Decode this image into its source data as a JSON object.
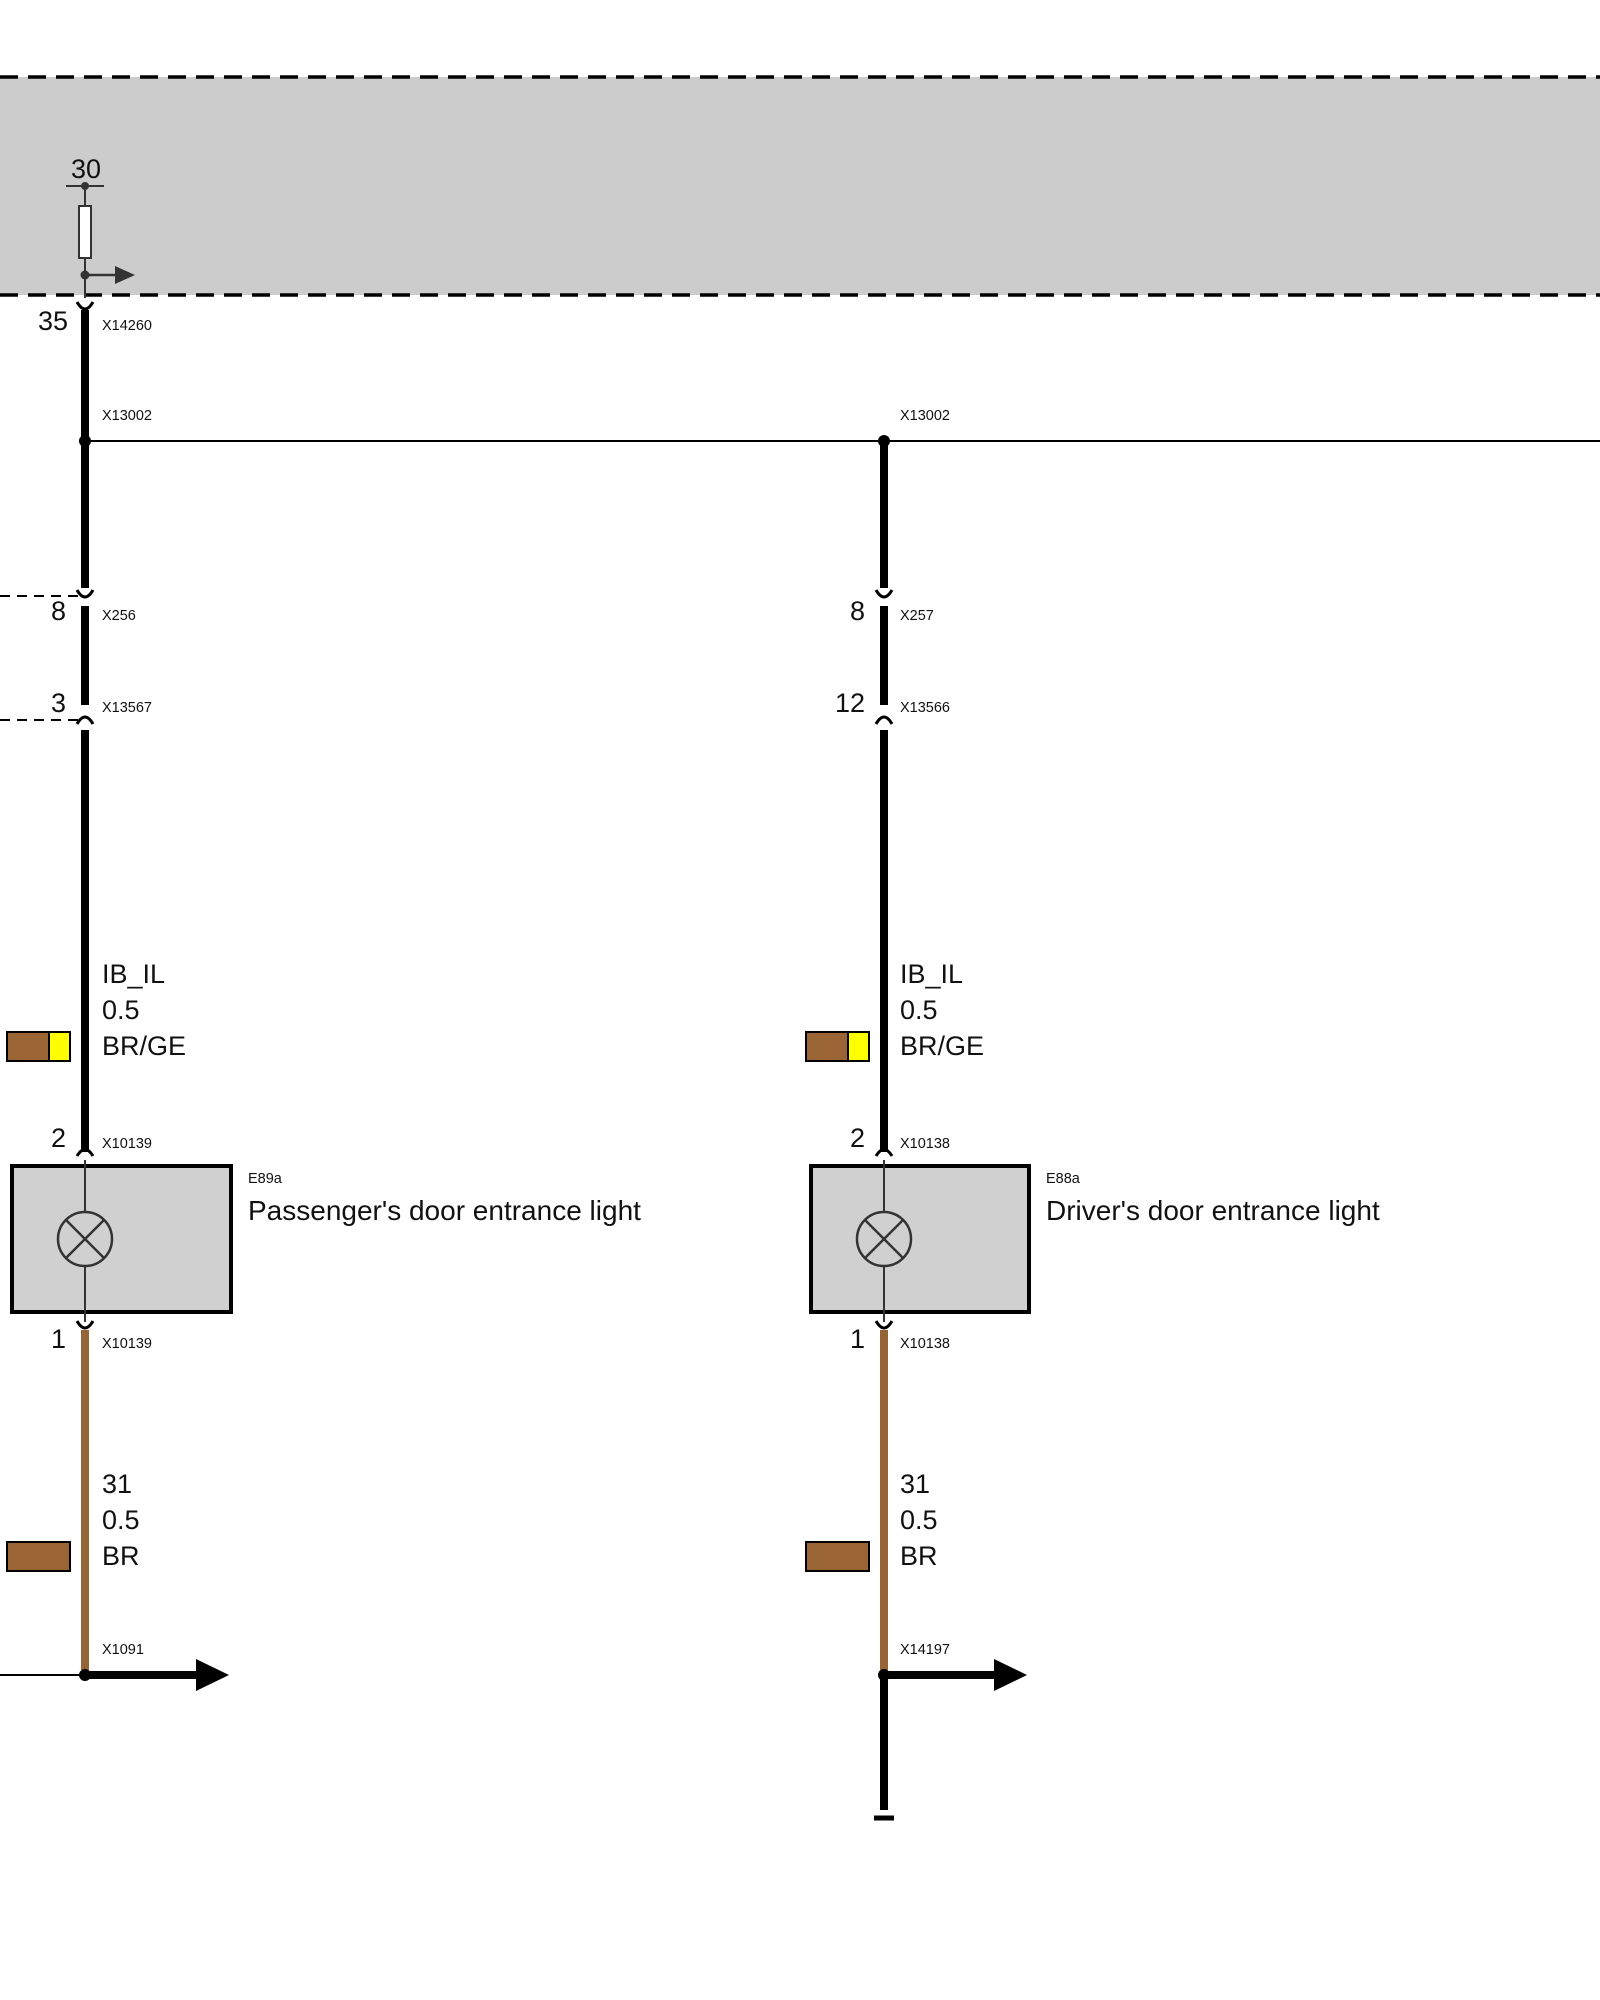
{
  "colors": {
    "control_unit_fill": "#cccccc",
    "wire_black": "#000000",
    "wire_brown": "#956537",
    "swatch_brown": "#9a6434",
    "swatch_yellow": "#ffff00",
    "component_fill": "#d0d0d0"
  },
  "supply": {
    "terminal": "30",
    "pin": "35",
    "connector": "X14260"
  },
  "bus": {
    "connector_left": "X13002",
    "connector_right": "X13002"
  },
  "circuits": [
    {
      "pin_a": "8",
      "connector_a": "X256",
      "pin_b": "3",
      "connector_b": "X13567",
      "wire_top": {
        "signal": "IB_IL",
        "size": "0.5",
        "color_code": "BR/GE",
        "swatch": [
          "brown",
          "yellow"
        ]
      },
      "component": {
        "pin_in": "2",
        "connector_in": "X10139",
        "id": "E89a",
        "name": "Passenger's door entrance light",
        "icon": "lamp-icon",
        "pin_out": "1",
        "connector_out": "X10139"
      },
      "wire_bottom": {
        "signal": "31",
        "size": "0.5",
        "color_code": "BR",
        "swatch": [
          "brown"
        ]
      },
      "ground_connector": "X1091"
    },
    {
      "pin_a": "8",
      "connector_a": "X257",
      "pin_b": "12",
      "connector_b": "X13566",
      "wire_top": {
        "signal": "IB_IL",
        "size": "0.5",
        "color_code": "BR/GE",
        "swatch": [
          "brown",
          "yellow"
        ]
      },
      "component": {
        "pin_in": "2",
        "connector_in": "X10138",
        "id": "E88a",
        "name": "Driver's door entrance light",
        "icon": "lamp-icon",
        "pin_out": "1",
        "connector_out": "X10138"
      },
      "wire_bottom": {
        "signal": "31",
        "size": "0.5",
        "color_code": "BR",
        "swatch": [
          "brown"
        ]
      },
      "ground_connector": "X14197",
      "ground_icon": "ground-icon"
    }
  ]
}
